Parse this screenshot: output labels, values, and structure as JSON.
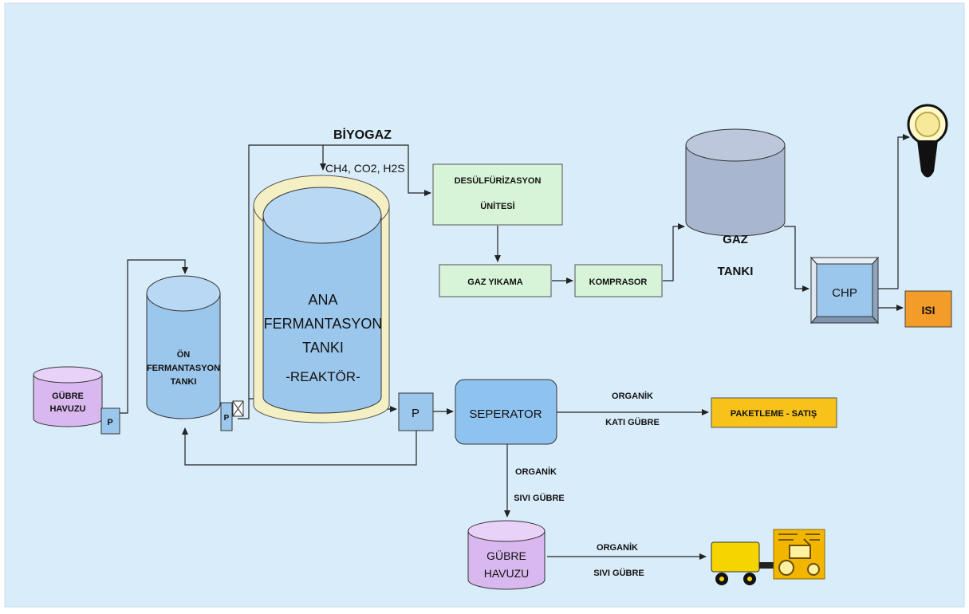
{
  "labels": {
    "biyogaz": "BİYOGAZ",
    "gas_components": "CH4, CO2, H2S",
    "gubre_havuzu_left_1": "GÜBRE",
    "gubre_havuzu_left_2": "HAVUZU",
    "pump_small": "P",
    "on_ferm_1": "ÖN",
    "on_ferm_2": "FERMANTASYON",
    "on_ferm_3": "TANKI",
    "ana_ferm_1": "ANA",
    "ana_ferm_2": "FERMANTASYON",
    "ana_ferm_3": "TANKI",
    "ana_ferm_4": "-REAKTÖR-",
    "desulf_1": "DESÜLFÜRİZASYON",
    "desulf_2": "ÜNİTESİ",
    "gaz_yikama": "GAZ YIKAMA",
    "kompresor": "KOMPRASOR",
    "gaz_tanki_1": "GAZ",
    "gaz_tanki_2": "TANKI",
    "chp": "CHP",
    "isi": "ISI",
    "pump_main": "P",
    "seperator": "SEPERATOR",
    "organik_kati_1": "ORGANİK",
    "organik_kati_2": "KATI GÜBRE",
    "paketleme": "PAKETLEME - SATIŞ",
    "organik_sivi_1": "ORGANİK",
    "organik_sivi_2": "SIVI GÜBRE",
    "gubre_havuzu_bottom_1": "GÜBRE",
    "gubre_havuzu_bottom_2": "HAVUZU",
    "organik_sivi_b_1": "ORGANİK",
    "organik_sivi_b_2": "SIVI GÜBRE"
  },
  "colors": {
    "background": "#d9ecfa",
    "tank_blue": "#9cc7ec",
    "tank_purple": "#d9b8ef",
    "gas_tank": "#a9b6cf",
    "box_green": "#d8f4d8",
    "box_blue": "#8fc3ef",
    "isi": "#f39c2a",
    "paketleme": "#f7c219",
    "tractor": "#f5d400"
  }
}
